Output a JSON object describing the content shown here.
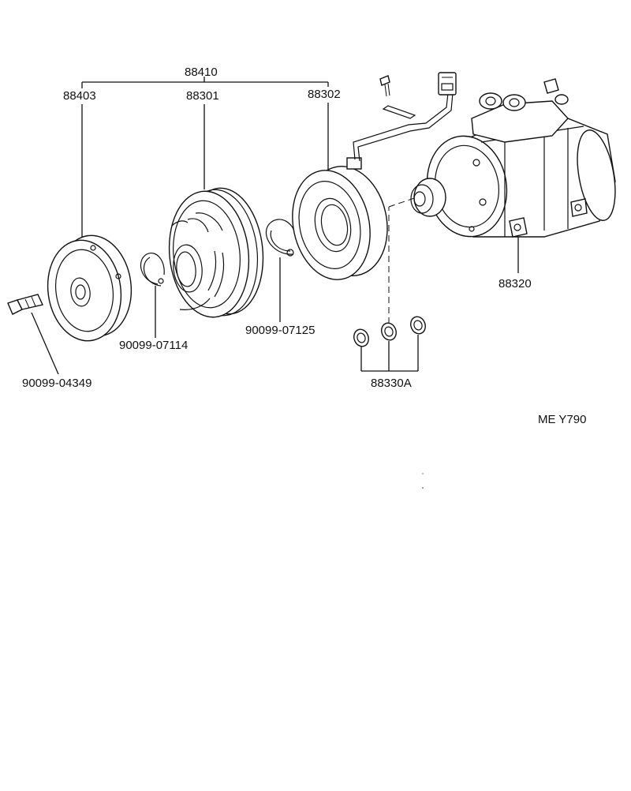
{
  "labels": {
    "clutch_assy": "88410",
    "pressure_plate": "88403",
    "pulley": "88301",
    "stator": "88302",
    "compressor": "88320",
    "snap_ring_small": "90099-07114",
    "snap_ring_large": "90099-07125",
    "bolt": "90099-04349",
    "shims": "88330A"
  },
  "diagram_code": "ME  Y790"
}
